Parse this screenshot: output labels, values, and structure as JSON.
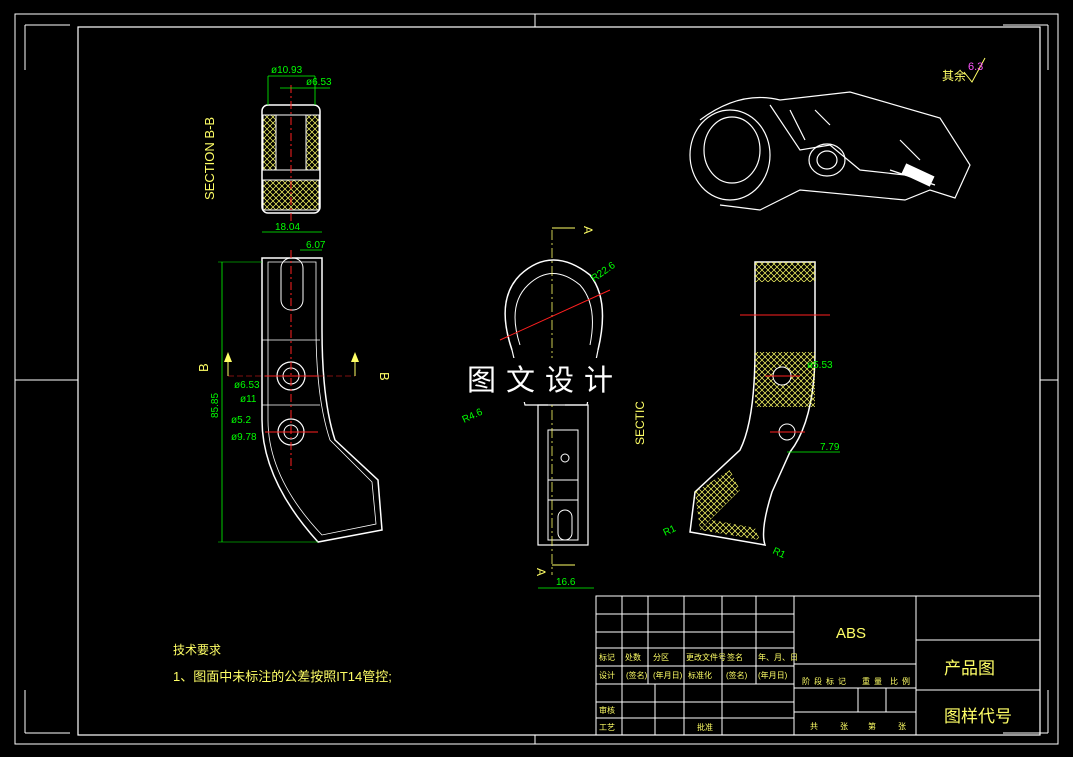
{
  "colors": {
    "outline": "#ffffff",
    "dimension": "#00ff00",
    "centerline": "#ff2020",
    "hatch": "#ffff66",
    "frame": "#ffffff",
    "section_text": "#ffff66",
    "note_text": "#ffff66",
    "surface_value": "#ff55ff"
  },
  "watermark": "图文设计",
  "section_label": "SECTION B-B",
  "section_label_partial": "SECTIC",
  "view_markers": {
    "b_left": "B",
    "b_right": "B",
    "a_top": "A",
    "a_bottom": "A"
  },
  "dimensions": {
    "top_view": [
      "ø10.93",
      "ø6.53",
      "18.04",
      "6.07"
    ],
    "front_view": [
      "85.85",
      "ø6.53",
      "ø11",
      "ø5.2",
      "ø9.78"
    ],
    "side_view": [
      "R22.6",
      "R4.6",
      "16.6"
    ],
    "section_view": [
      "ø5.53",
      "7.79",
      "R1",
      "R1"
    ]
  },
  "surface_finish": {
    "label": "其余",
    "value": "6.3"
  },
  "tech_requirements": {
    "heading": "技术要求",
    "item": "1、图面中未标注的公差按照IT14管控;"
  },
  "title_block": {
    "material": "ABS",
    "product_name": "产品图",
    "drawing_code": "图样代号",
    "header_row": [
      "标记",
      "处数",
      "分区",
      "更改文件号",
      "签名",
      "年、月、日"
    ],
    "design_row": [
      "设计",
      "(签名)",
      "(年月日)",
      "标准化",
      "(签名)",
      "(年月日)"
    ],
    "review_label": "审核",
    "process_label": "工艺",
    "approve_label": "批准",
    "stage_row": [
      "阶段标记",
      "重量",
      "比例"
    ],
    "sheet_row": [
      "共",
      "张",
      "第",
      "张"
    ]
  }
}
